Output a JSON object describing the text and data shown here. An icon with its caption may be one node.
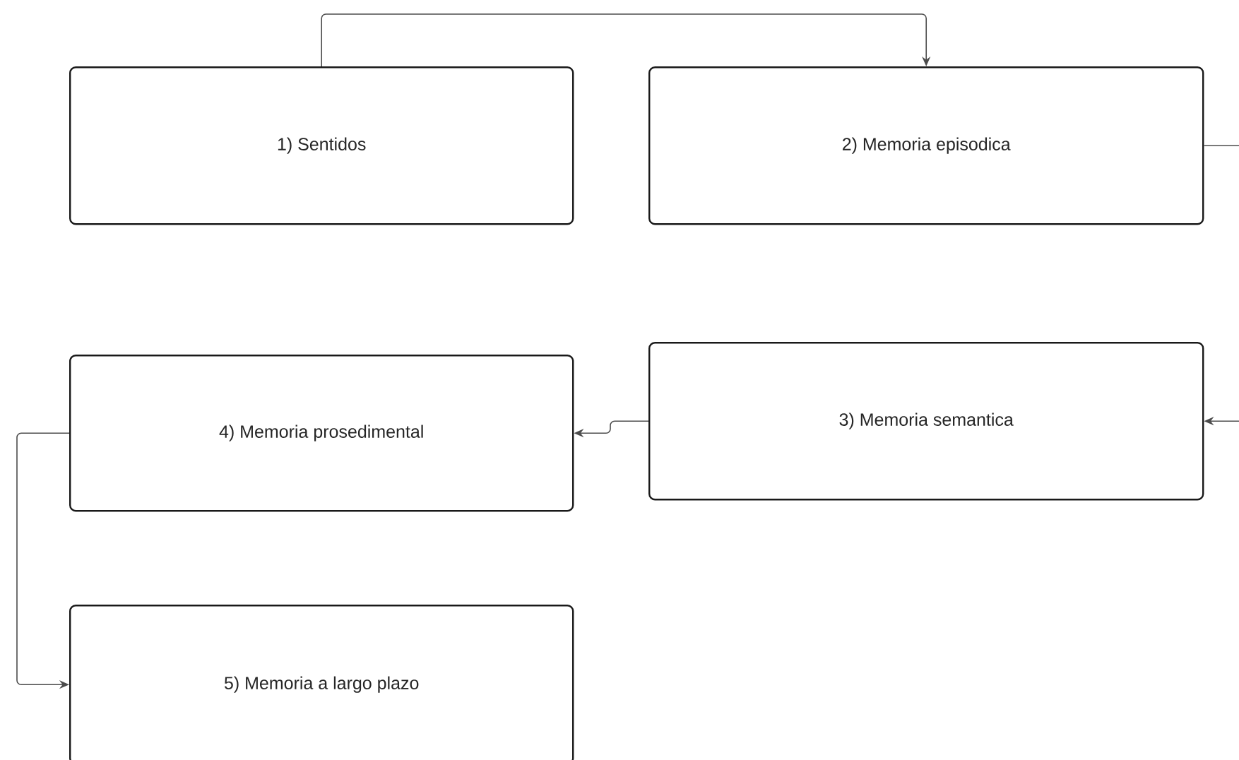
{
  "diagram": {
    "nodes": [
      {
        "text": [
          "1) Sentidos"
        ]
      },
      {
        "text": [
          "2) Memoria episodica"
        ]
      },
      {
        "text": [
          "3) Memoria semantica"
        ]
      },
      {
        "text": [
          "4) Memoria prosedimental"
        ]
      },
      {
        "text": [
          "5) Memoria a largo plazo"
        ]
      }
    ],
    "edges": [
      {
        "from": 0,
        "to": 1,
        "arrow": "to"
      },
      {
        "from": 1,
        "to": 2,
        "arrow": "to"
      },
      {
        "from": 2,
        "to": 3,
        "arrow": "to"
      },
      {
        "from": 3,
        "to": 4,
        "arrow": "to"
      }
    ]
  }
}
